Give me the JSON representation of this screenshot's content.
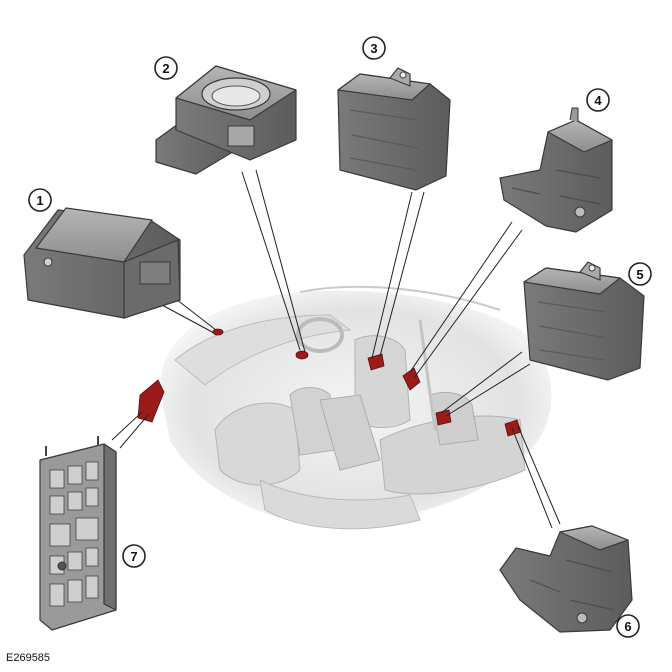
{
  "figure_code": "E269585",
  "callouts": [
    "1",
    "2",
    "3",
    "4",
    "5",
    "6",
    "7"
  ],
  "colors": {
    "highlight": "#9b1b1b",
    "module": "#8c8c8c",
    "vehicle": "#e6e6e6",
    "outline": "#3a3a3a"
  }
}
